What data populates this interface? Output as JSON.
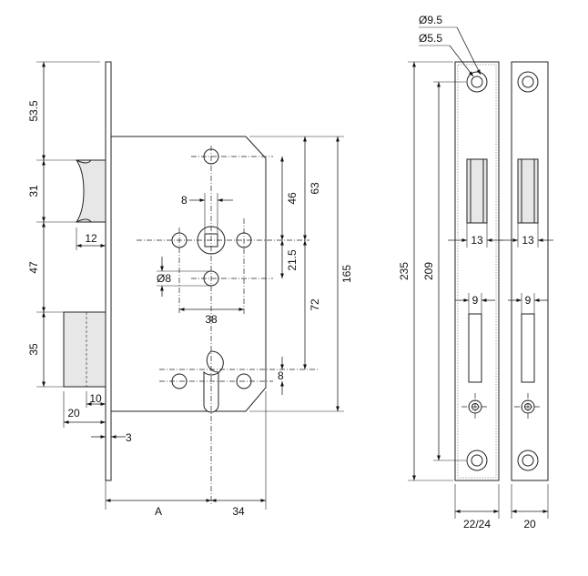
{
  "drawing": {
    "left_view": {
      "dims": {
        "d_53_5": "53.5",
        "d_31": "31",
        "d_47": "47",
        "d_35": "35",
        "d_12": "12",
        "d_10": "10",
        "d_20": "20",
        "d_3": "3",
        "d_8_top": "8",
        "d_46": "46",
        "d_63": "63",
        "d_21_5": "21.5",
        "d_72": "72",
        "d_165": "165",
        "d_phi8": "Ø8",
        "d_38": "38",
        "d_8_lower": "8",
        "d_A": "A",
        "d_34": "34"
      }
    },
    "right_view": {
      "dims": {
        "phi9_5": "Ø9.5",
        "phi5_5": "Ø5.5",
        "d_235": "235",
        "d_209": "209",
        "d_13_a": "13",
        "d_13_b": "13",
        "d_9_a": "9",
        "d_9_b": "9",
        "d_22_24": "22/24",
        "d_20": "20"
      }
    }
  }
}
